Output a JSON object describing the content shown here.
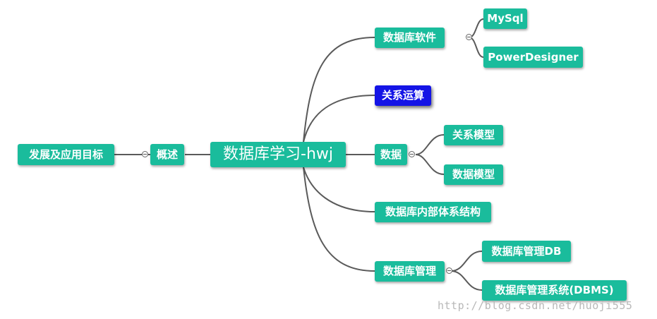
{
  "mindmap": {
    "root": "数据库学习-hwj",
    "left": {
      "branch": "概述",
      "child": "发展及应用目标"
    },
    "right": [
      {
        "id": "software",
        "label": "数据库软件",
        "children": [
          "MySql",
          "PowerDesigner"
        ]
      },
      {
        "id": "relalg",
        "label": "关系运算",
        "selected": true,
        "children": []
      },
      {
        "id": "data",
        "label": "数据",
        "children": [
          "关系模型",
          "数据模型"
        ]
      },
      {
        "id": "arch",
        "label": "数据库内部体系结构",
        "children": []
      },
      {
        "id": "mgmt",
        "label": "数据库管理",
        "children": [
          "数据库管理DB",
          "数据库管理系统(DBMS)"
        ]
      }
    ]
  },
  "colors": {
    "node": "#1abc9c",
    "selected": "#1414e6",
    "line": "#5a5a5a"
  },
  "watermark": "http://blog.csdn.net/huoji555"
}
